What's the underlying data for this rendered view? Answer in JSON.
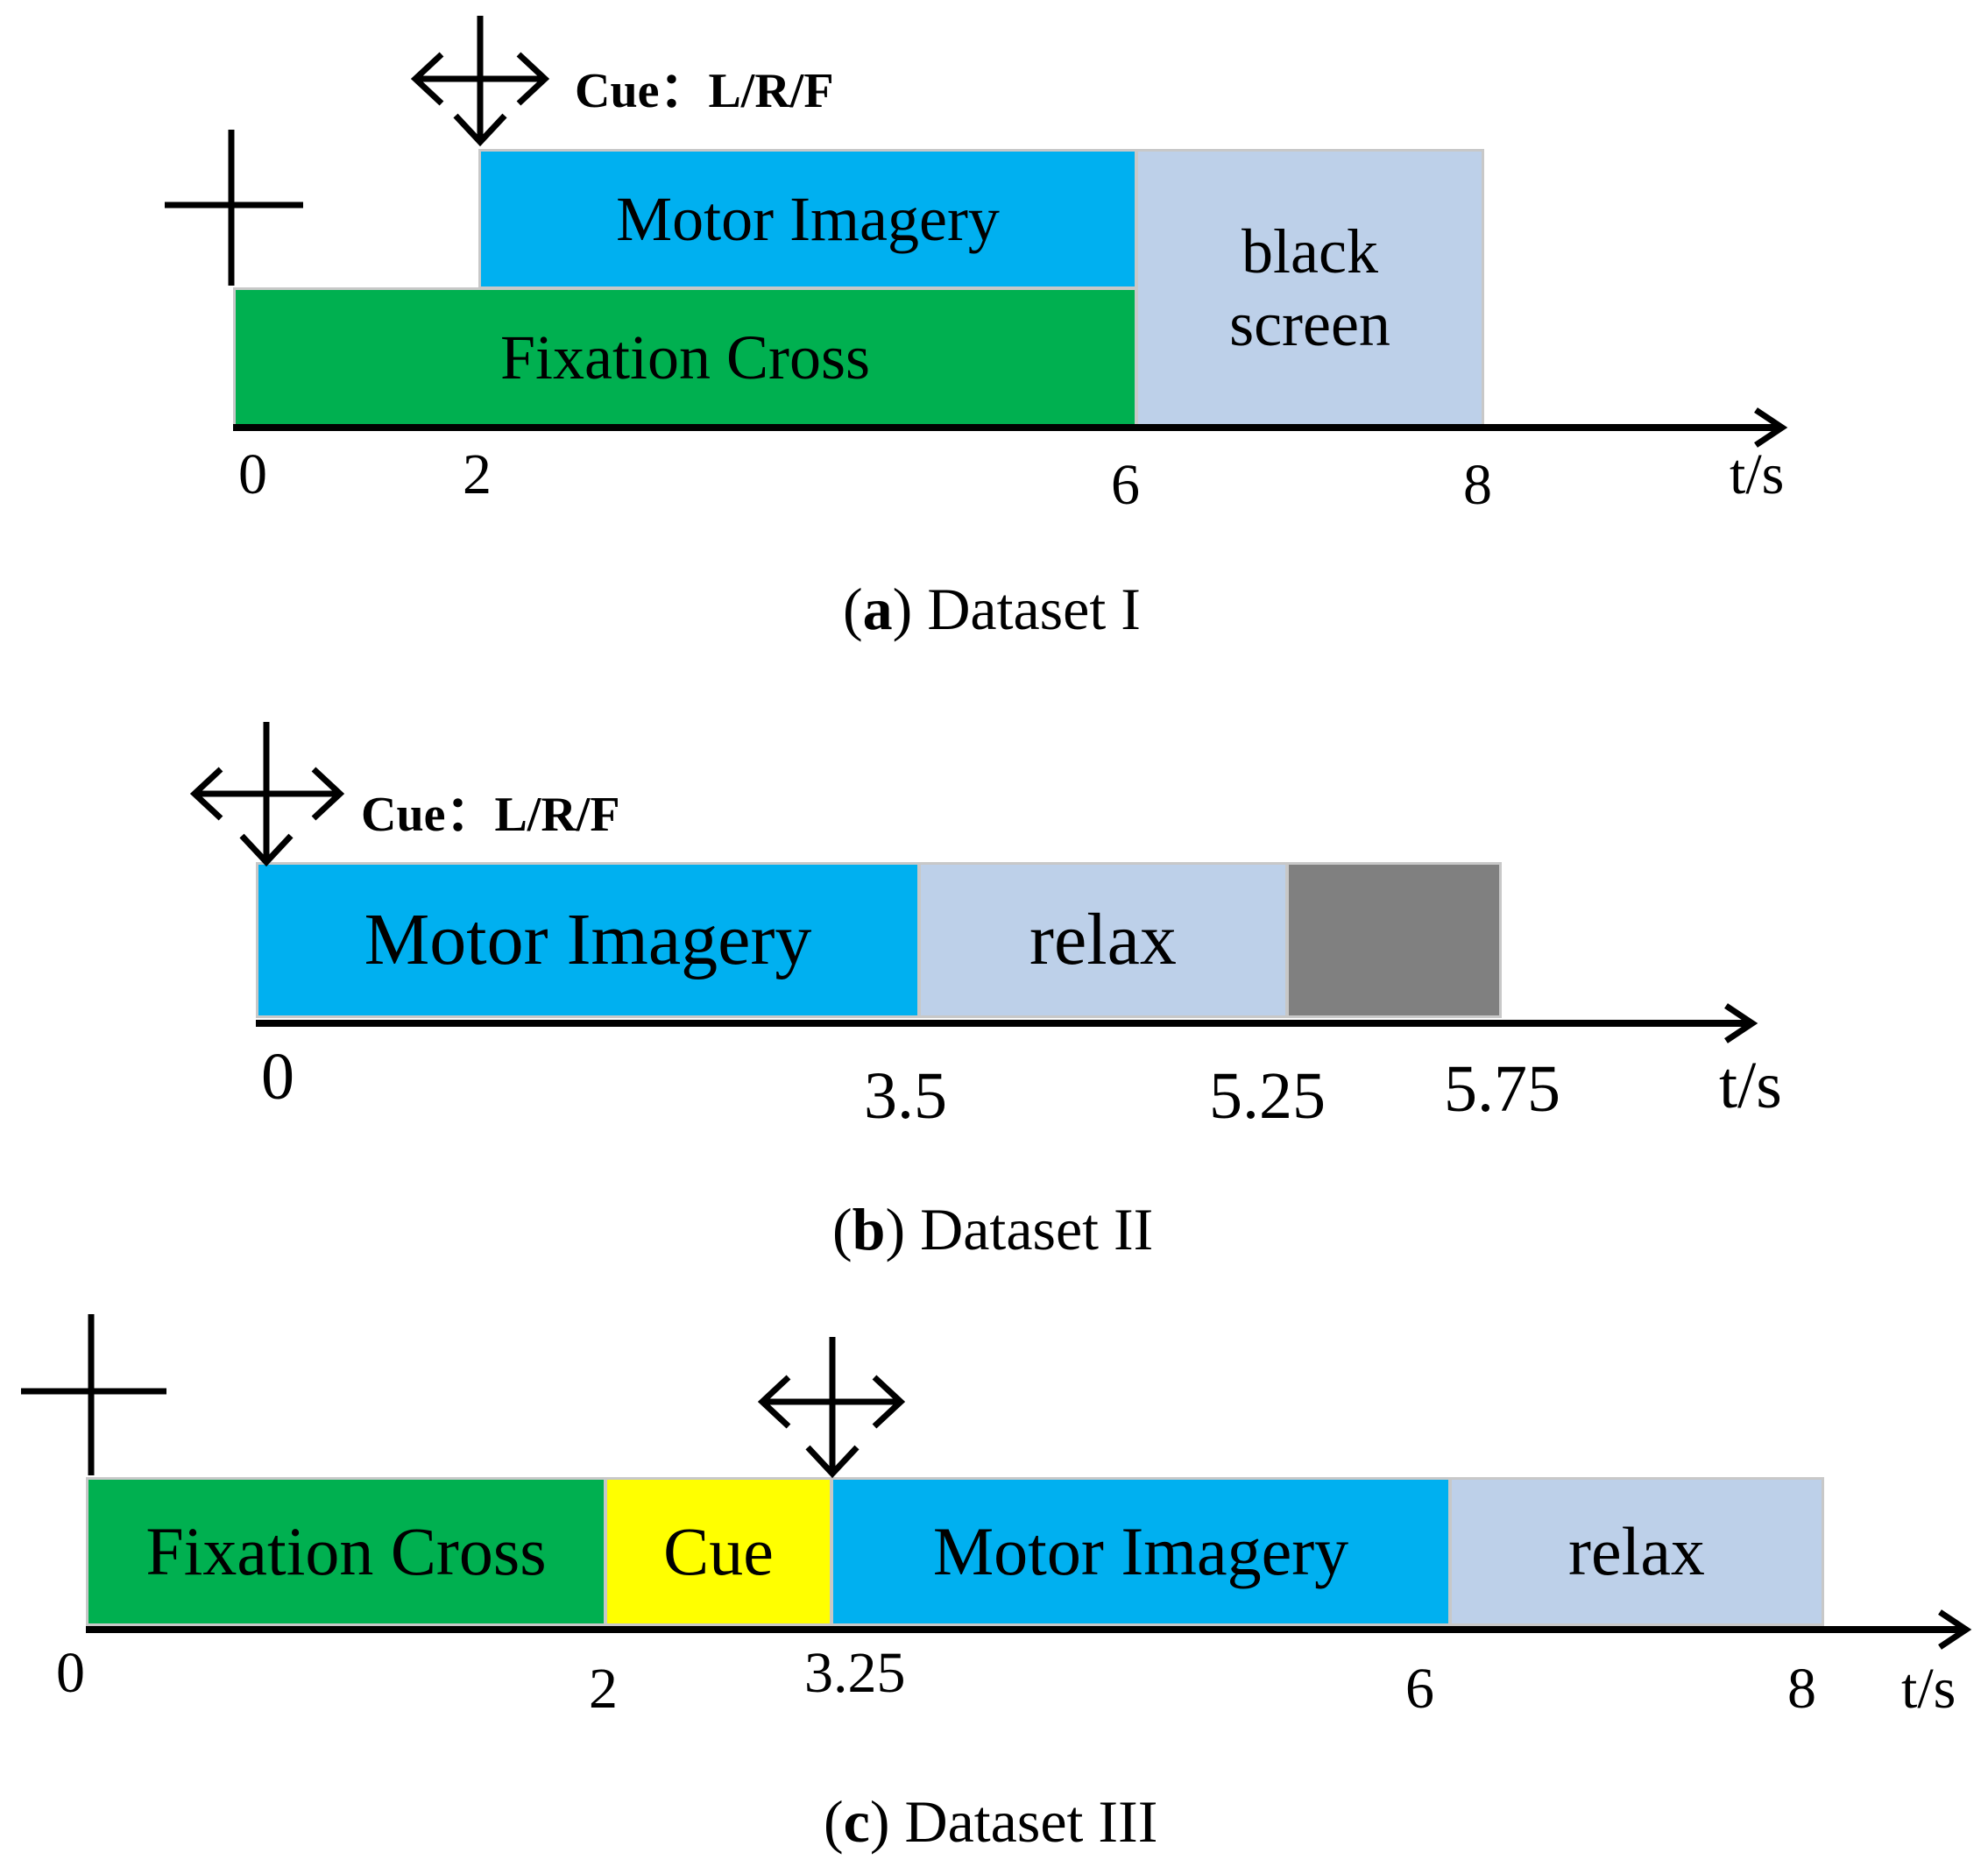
{
  "panels": [
    {
      "caption": {
        "letter": "a",
        "text": "Dataset I"
      },
      "cue_label": "Cue：L/R/F",
      "axis_label": "t/s",
      "blocks": [
        {
          "label": "Motor Imagery",
          "start": 2,
          "end": 6,
          "color": "#00b0f0"
        },
        {
          "label": "Fixation Cross",
          "start": 0,
          "end": 6,
          "color": "#00b050"
        },
        {
          "label": "black screen",
          "start": 6,
          "end": 8,
          "color": "#bdd0e9"
        }
      ],
      "ticks": [
        "0",
        "2",
        "6",
        "8"
      ]
    },
    {
      "caption": {
        "letter": "b",
        "text": "Dataset II"
      },
      "cue_label": "Cue：L/R/F",
      "axis_label": "t/s",
      "blocks": [
        {
          "label": "Motor Imagery",
          "start": 0,
          "end": 3.5,
          "color": "#00b0f0"
        },
        {
          "label": "relax",
          "start": 3.5,
          "end": 5.25,
          "color": "#bdd0e9"
        },
        {
          "label": "",
          "start": 5.25,
          "end": 5.75,
          "color": "#808080"
        }
      ],
      "ticks": [
        "0",
        "3.5",
        "5.25",
        "5.75"
      ]
    },
    {
      "caption": {
        "letter": "c",
        "text": "Dataset III"
      },
      "axis_label": "t/s",
      "blocks": [
        {
          "label": "Fixation Cross",
          "start": 0,
          "end": 2,
          "color": "#00b050"
        },
        {
          "label": "Cue",
          "start": 2,
          "end": 3.25,
          "color": "#ffff00"
        },
        {
          "label": "Motor Imagery",
          "start": 3.25,
          "end": 6,
          "color": "#00b0f0"
        },
        {
          "label": "relax",
          "start": 6,
          "end": 8,
          "color": "#bdd0e9"
        }
      ],
      "ticks": [
        "0",
        "2",
        "3.25",
        "6",
        "8"
      ]
    }
  ]
}
